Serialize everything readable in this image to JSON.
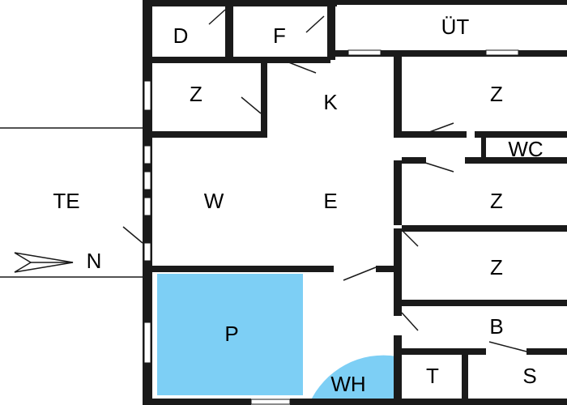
{
  "rooms": {
    "d": "D",
    "f": "F",
    "ut": "ÜT",
    "z1": "Z",
    "k": "K",
    "z2": "Z",
    "wc": "WC",
    "te": "TE",
    "w": "W",
    "e": "E",
    "z3": "Z",
    "z4": "Z",
    "p": "P",
    "b": "B",
    "wh": "WH",
    "t": "T",
    "s": "S"
  },
  "compass": {
    "label": "N"
  },
  "colors": {
    "wall": "#1a1a1a",
    "pool": "#7dcff5",
    "background": "#ffffff"
  }
}
